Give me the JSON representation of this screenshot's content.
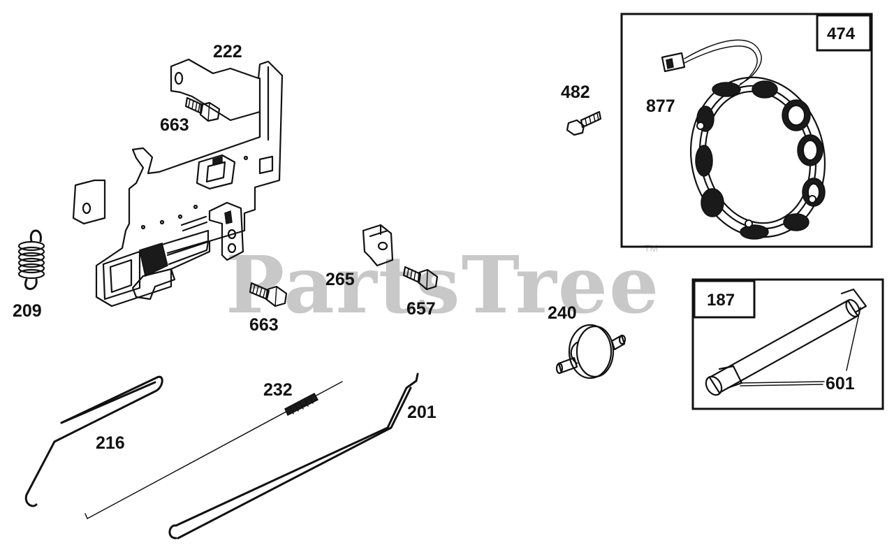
{
  "watermark": {
    "text": "PartsTree",
    "trademark": "TM"
  },
  "parts": [
    {
      "id": "222",
      "label": "222"
    },
    {
      "id": "663a",
      "label": "663"
    },
    {
      "id": "209",
      "label": "209"
    },
    {
      "id": "663b",
      "label": "663"
    },
    {
      "id": "265",
      "label": "265"
    },
    {
      "id": "657",
      "label": "657"
    },
    {
      "id": "482",
      "label": "482"
    },
    {
      "id": "877",
      "label": "877"
    },
    {
      "id": "240",
      "label": "240"
    },
    {
      "id": "601",
      "label": "601"
    },
    {
      "id": "232",
      "label": "232"
    },
    {
      "id": "201",
      "label": "201"
    },
    {
      "id": "216",
      "label": "216"
    }
  ],
  "boxes": [
    {
      "id": "474",
      "label": "474"
    },
    {
      "id": "187",
      "label": "187"
    }
  ]
}
